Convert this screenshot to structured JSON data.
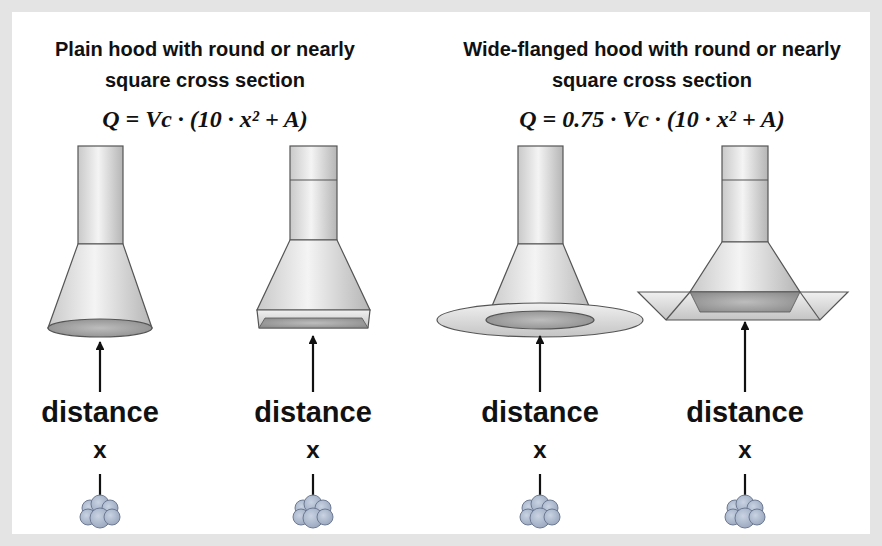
{
  "diagram": {
    "labels": [
      "Plain hood with round or nearly square cross section",
      "Wide-flanged hood with round or nearly square cross section",
      "Q = Vc · (10 · x² + A)",
      "Q = 0.75 · Vc · (10 · x² + A)",
      "distance",
      "x",
      "distance",
      "x",
      "distance",
      "x",
      "distance",
      "x"
    ]
  }
}
